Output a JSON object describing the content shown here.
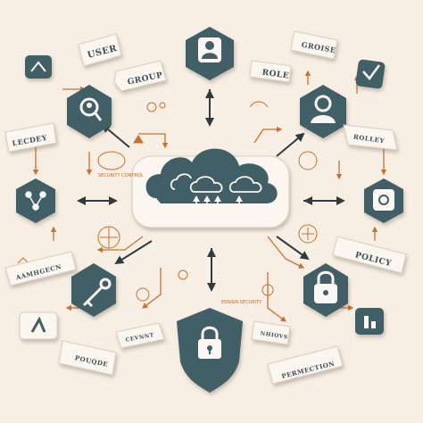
{
  "colors": {
    "background": "#f8efe4",
    "slate": "#3f5f66",
    "slate_dark": "#2e474d",
    "panel_white": "#fbf6f0",
    "accent_orange": "#c8702e",
    "arrow_dark": "#2f3b40"
  },
  "labels": {
    "user": "USER",
    "group": "GROUP",
    "groise": "GROISE",
    "role": "ROLE",
    "lecdey": "LECDEY",
    "rolley": "ROLLEY",
    "aamhgecn": "AAMHGECN",
    "policy": "POLICY",
    "cevnnt": "CEVNNT",
    "nhiovs": "NHIOVS",
    "pouqde": "POUQDE",
    "permection": "PERMECTION"
  },
  "tiny_text": {
    "left_caption": "SECURITY CONTROL",
    "right_caption": "ENSIGN SECURITY"
  },
  "icons": [
    "user-icon",
    "key-icon",
    "lock-icon",
    "shield-icon",
    "cloud-icon",
    "search-user-icon",
    "gear-icon",
    "network-icon",
    "padlock-icon",
    "wifi-icon",
    "check-icon",
    "chart-icon"
  ]
}
